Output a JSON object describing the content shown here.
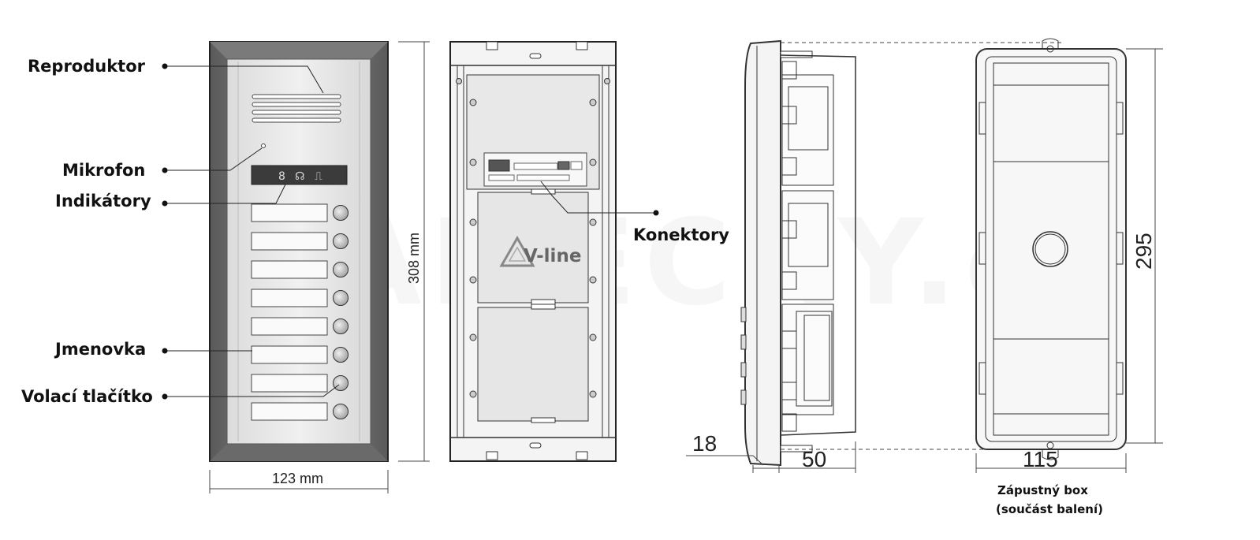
{
  "labels": {
    "speaker": "Reproduktor",
    "microphone": "Mikrofon",
    "indicators": "Indikátory",
    "nameplate": "Jmenovka",
    "call_button": "Volací tlačítko",
    "connectors": "Konektory"
  },
  "dimensions": {
    "front_width": "123 mm",
    "front_height": "308 mm",
    "side_front_depth": "18",
    "side_depth": "50",
    "box_width": "115",
    "box_height": "295"
  },
  "brand": "V-line",
  "watermark": "ZAMECKY.cz",
  "flush_box": {
    "line1": "Zápustný box",
    "line2": "(součást balení)"
  },
  "indicator_glyphs": [
    "8",
    "☊",
    "⎍"
  ],
  "colors": {
    "outline": "#333333",
    "frame_dark": "#555555",
    "panel": "#e6e6e6",
    "button": "#bfbfbf",
    "leader": "#222222"
  }
}
